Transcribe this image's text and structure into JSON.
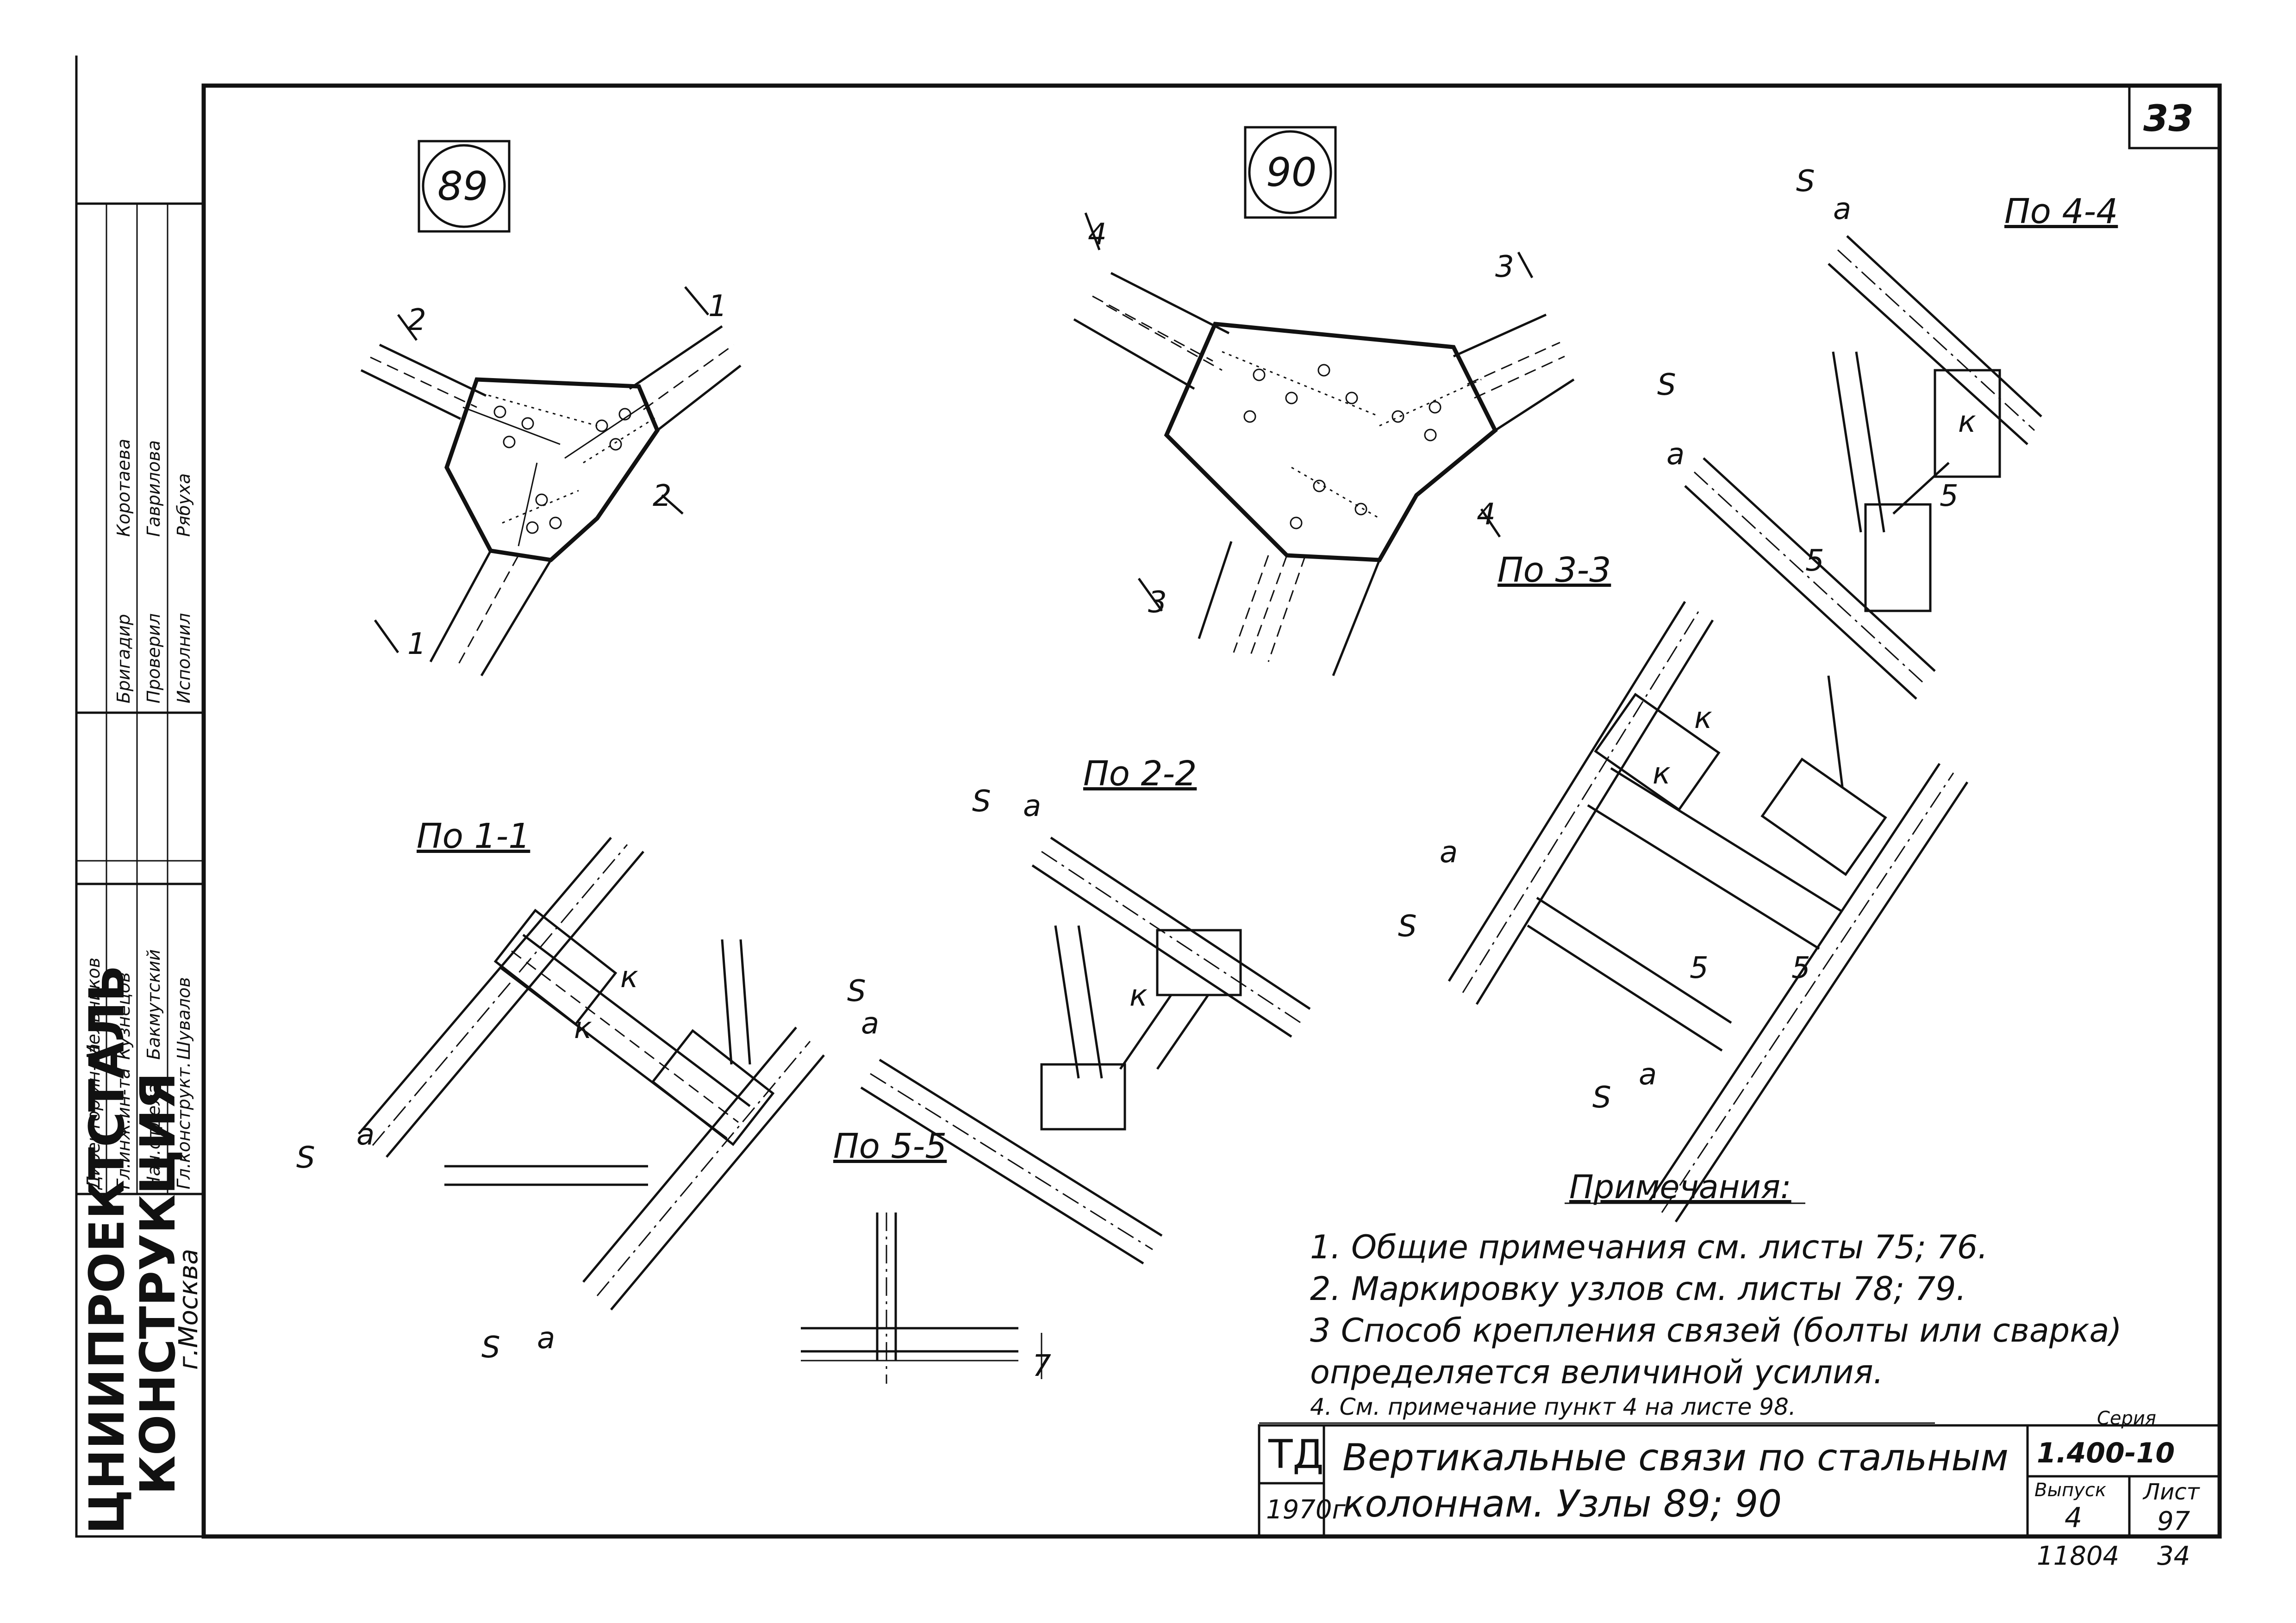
{
  "sheet": {
    "number": "33",
    "org": {
      "name": "ЦНИИПРОЕКТСТАЛЬКОНСТРУКЦИЯ",
      "line1": "ЦНИИПРОЕКТСТАЛЬ",
      "line2": "КОНСТРУКЦИЯ",
      "city": "г.Москва"
    },
    "stamp": {
      "roles": [
        "Директор ин-та",
        "Гл.инж.ин-та",
        "Нач.отдела",
        "Гл.конструкт.",
        "Бригадир",
        "Проверил",
        "Исполнил"
      ],
      "names": [
        "Мельников",
        "Кузнецов",
        "Бакмутский",
        "Шувалов",
        "Коротаева",
        "Гаврилова",
        "Рябуха"
      ]
    }
  },
  "nodes": [
    {
      "label": "89"
    },
    {
      "label": "90"
    }
  ],
  "sections": {
    "s11": "По 1-1",
    "s22": "По 2-2",
    "s33": "По 3-3",
    "s44": "По 4-4",
    "s55": "По 5-5"
  },
  "marks": {
    "s": "S",
    "a": "а",
    "k": "к",
    "one": "1",
    "two": "2",
    "three": "3",
    "four": "4",
    "five": "5",
    "fivebox": "5"
  },
  "notes": {
    "title": "Примечания:",
    "items": [
      "1. Общие примечания   см. листы 75; 76.",
      "2. Маркировку  узлов см. листы 78; 79.",
      "3  Способ крепления связей (болты или сварка)",
      "    определяется величиной усилия.",
      "4. См. примечание пункт 4 на листе  98."
    ]
  },
  "titleblock": {
    "td": "ТД",
    "year": "1970г",
    "title_line1": "Вертикальные связи по стальным",
    "title_line2": "колоннам. Узлы 89; 90",
    "series_label": "Серия",
    "series_value": "1.400-10",
    "issue_label": "Выпуск",
    "issue_value": "4",
    "sheet_label": "Лист",
    "sheet_value": "97",
    "footer_left": "11804",
    "footer_right": "34"
  }
}
